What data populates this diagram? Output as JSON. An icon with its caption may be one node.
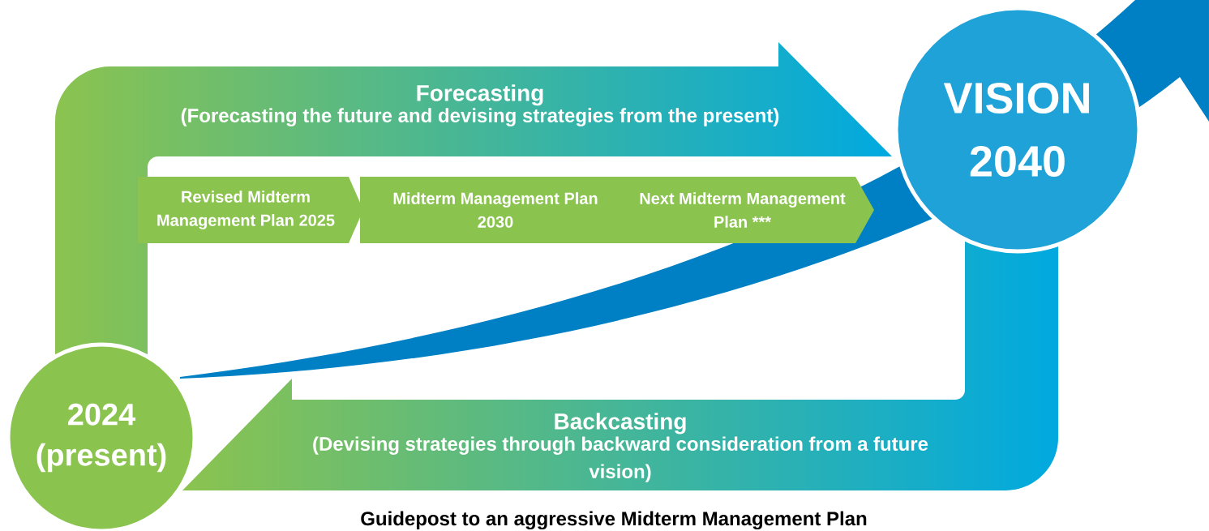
{
  "diagram": {
    "caption": "Guidepost to an aggressive Midterm Management Plan",
    "nodes": [
      {
        "text": [
          "2024 (present)"
        ]
      },
      {
        "text": [
          "VISION 2040"
        ]
      },
      {
        "text": [
          "Forecasting",
          "(Forecasting the future and devising strategies from the present)"
        ]
      },
      {
        "text": [
          "Backcasting",
          "(Devising strategies through backward consideration from a future vision)"
        ]
      },
      {
        "text": [
          "Revised Midterm Management Plan 2025"
        ]
      },
      {
        "text": [
          "Midterm Management Plan 2030"
        ]
      },
      {
        "text": [
          "Next Midterm Management Plan ***"
        ]
      }
    ]
  }
}
